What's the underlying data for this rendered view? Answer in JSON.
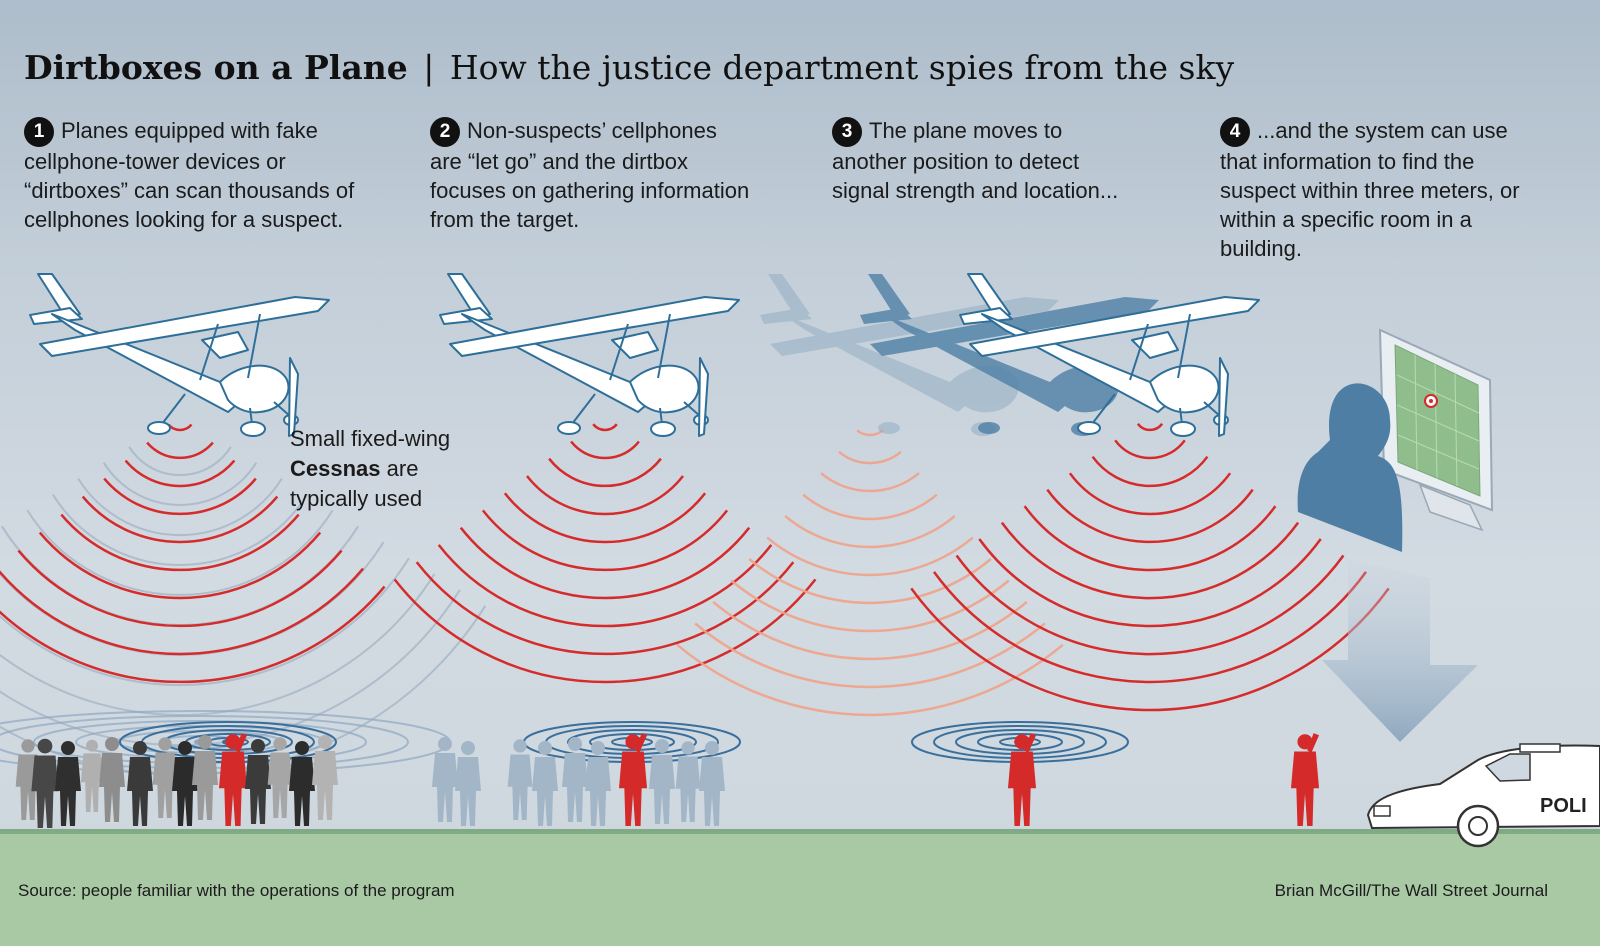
{
  "title": {
    "main": "Dirtboxes on a Plane",
    "separator": "|",
    "subtitle": "How the justice department spies from the sky"
  },
  "steps": [
    {
      "number": "1",
      "text": "Planes equipped with fake cellphone-tower devices or “dirtboxes” can scan thousands of cellphones looking for a suspect."
    },
    {
      "number": "2",
      "text": "Non-suspects’ cellphones are “let go” and the dirtbox focuses on gathering information from the target."
    },
    {
      "number": "3",
      "text": "The plane moves to another position to detect signal strength and location..."
    },
    {
      "number": "4",
      "text": "...and the system can use that information to find the suspect within three meters, or within a specific room in a building."
    }
  ],
  "annotation": {
    "line1": "Small fixed-wing",
    "bold": "Cessnas",
    "line2_after": " are",
    "line3": "typically used"
  },
  "police_car_text": "POLI",
  "footer": {
    "source": "Source: people familiar with the operations of the program",
    "credit": "Brian McGill/The Wall Street Journal"
  },
  "colors": {
    "signal_red": "#d52b2b",
    "signal_faint": "#f0a28a",
    "ground_wave": "#3a6f9c",
    "plane_outline": "#2e6f99",
    "shadow_plane": "#5c89ab",
    "suspect": "#d42a2a",
    "ground": "#a8c9a4"
  }
}
